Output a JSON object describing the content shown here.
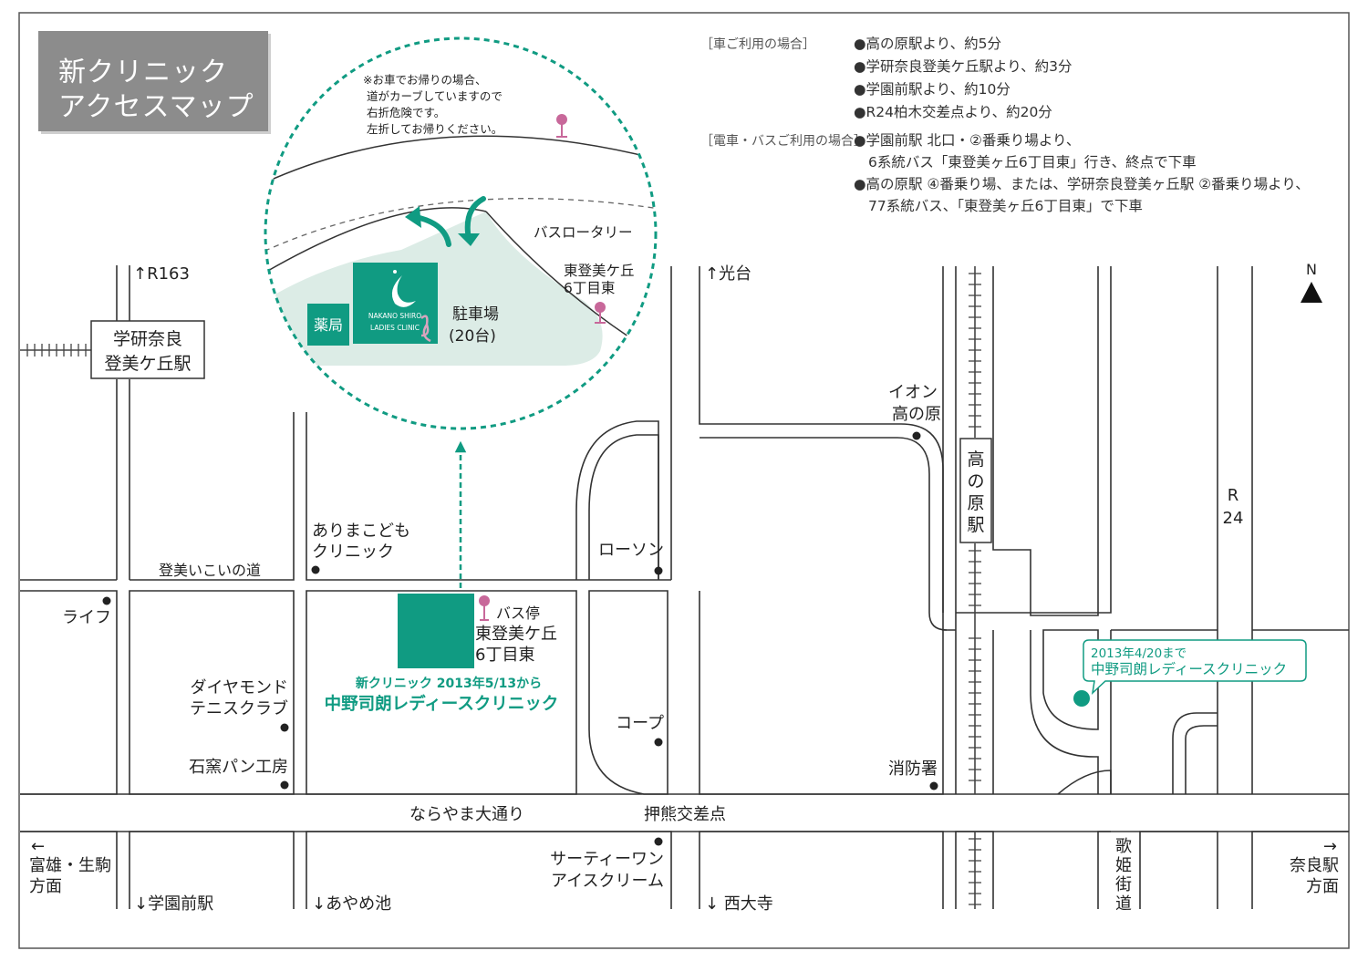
{
  "title": {
    "line1": "新クリニック",
    "line2": "アクセスマップ"
  },
  "access": {
    "car_heading": "［車ご利用の場合］",
    "car_items": [
      "●高の原駅より、約5分",
      "●学研奈良登美ケ丘駅より、約3分",
      "●学園前駅より、約10分",
      "●R24柏木交差点より、約20分"
    ],
    "train_heading": "［電車・バスご利用の場合］",
    "train_lines": [
      "●学園前駅 北口・②番乗り場より、",
      "6系統バス「東登美ヶ丘6丁目東」行き、終点で下車",
      "●高の原駅 ④番乗り場、または、学研奈良登美ヶ丘駅 ②番乗り場より、",
      "77系統バス、「東登美ヶ丘6丁目東」で下車"
    ]
  },
  "inset": {
    "note_lines": [
      "※お車でお帰りの場合、",
      "道がカーブしていますので",
      "右折危険です。",
      "左折してお帰りください。"
    ],
    "bus_rotary": "バスロータリー",
    "bus_stop_lines": [
      "東登美ケ丘",
      "6丁目東"
    ],
    "pharmacy": "薬局",
    "clinic_logo_lines": [
      "NAKANO SHIRO",
      "LADIES CLINIC"
    ],
    "parking_lines": [
      "駐車場",
      "(20台)"
    ]
  },
  "compass": "N",
  "roads": {
    "r163": "↑R163",
    "kodai": "↑光台",
    "r24_lines": [
      "R",
      "24"
    ],
    "tomi_ikoi": "登美いこいの道",
    "narayama": "ならやま大通り",
    "oshikuma": "押熊交差点",
    "kaido": [
      "歌",
      "姫",
      "街",
      "道"
    ],
    "gakuenmae": "↓学園前駅",
    "ayameike": "↓あやめ池",
    "saidaiji": "↓ 西大寺",
    "left_arrow": "←",
    "tomio_lines": [
      "富雄・生駒",
      "方面"
    ],
    "right_arrow": "→",
    "nara_lines": [
      "奈良駅",
      "方面"
    ]
  },
  "stations": {
    "gakken_lines": [
      "学研奈良",
      "登美ケ丘駅"
    ],
    "takanohara": [
      "高",
      "の",
      "原",
      "駅"
    ]
  },
  "landmarks": {
    "aeon": [
      "イオン",
      "高の原"
    ],
    "arima": [
      "ありまこども",
      "クリニック"
    ],
    "lawson": "ローソン",
    "life": "ライフ",
    "diamond": [
      "ダイヤモンド",
      "テニスクラブ"
    ],
    "ishigama": "石窯パン工房",
    "coop": "コープ",
    "fire": "消防署",
    "thirtyone": [
      "サーティーワン",
      "アイスクリーム"
    ]
  },
  "bus_stop": {
    "label": "バス停",
    "name_lines": [
      "東登美ケ丘",
      "6丁目東"
    ]
  },
  "new_clinic": {
    "caption": "新クリニック 2013年5/13から",
    "name": "中野司朗レディースクリニック"
  },
  "old_clinic": {
    "line1": "2013年4/20まで",
    "line2": "中野司朗レディースクリニック"
  },
  "colors": {
    "brand_green": "#109b82",
    "inset_fill": "#dcece6",
    "title_bg": "#8c8c8c",
    "pin_pink": "#c8689a",
    "road_line": "#333333"
  }
}
